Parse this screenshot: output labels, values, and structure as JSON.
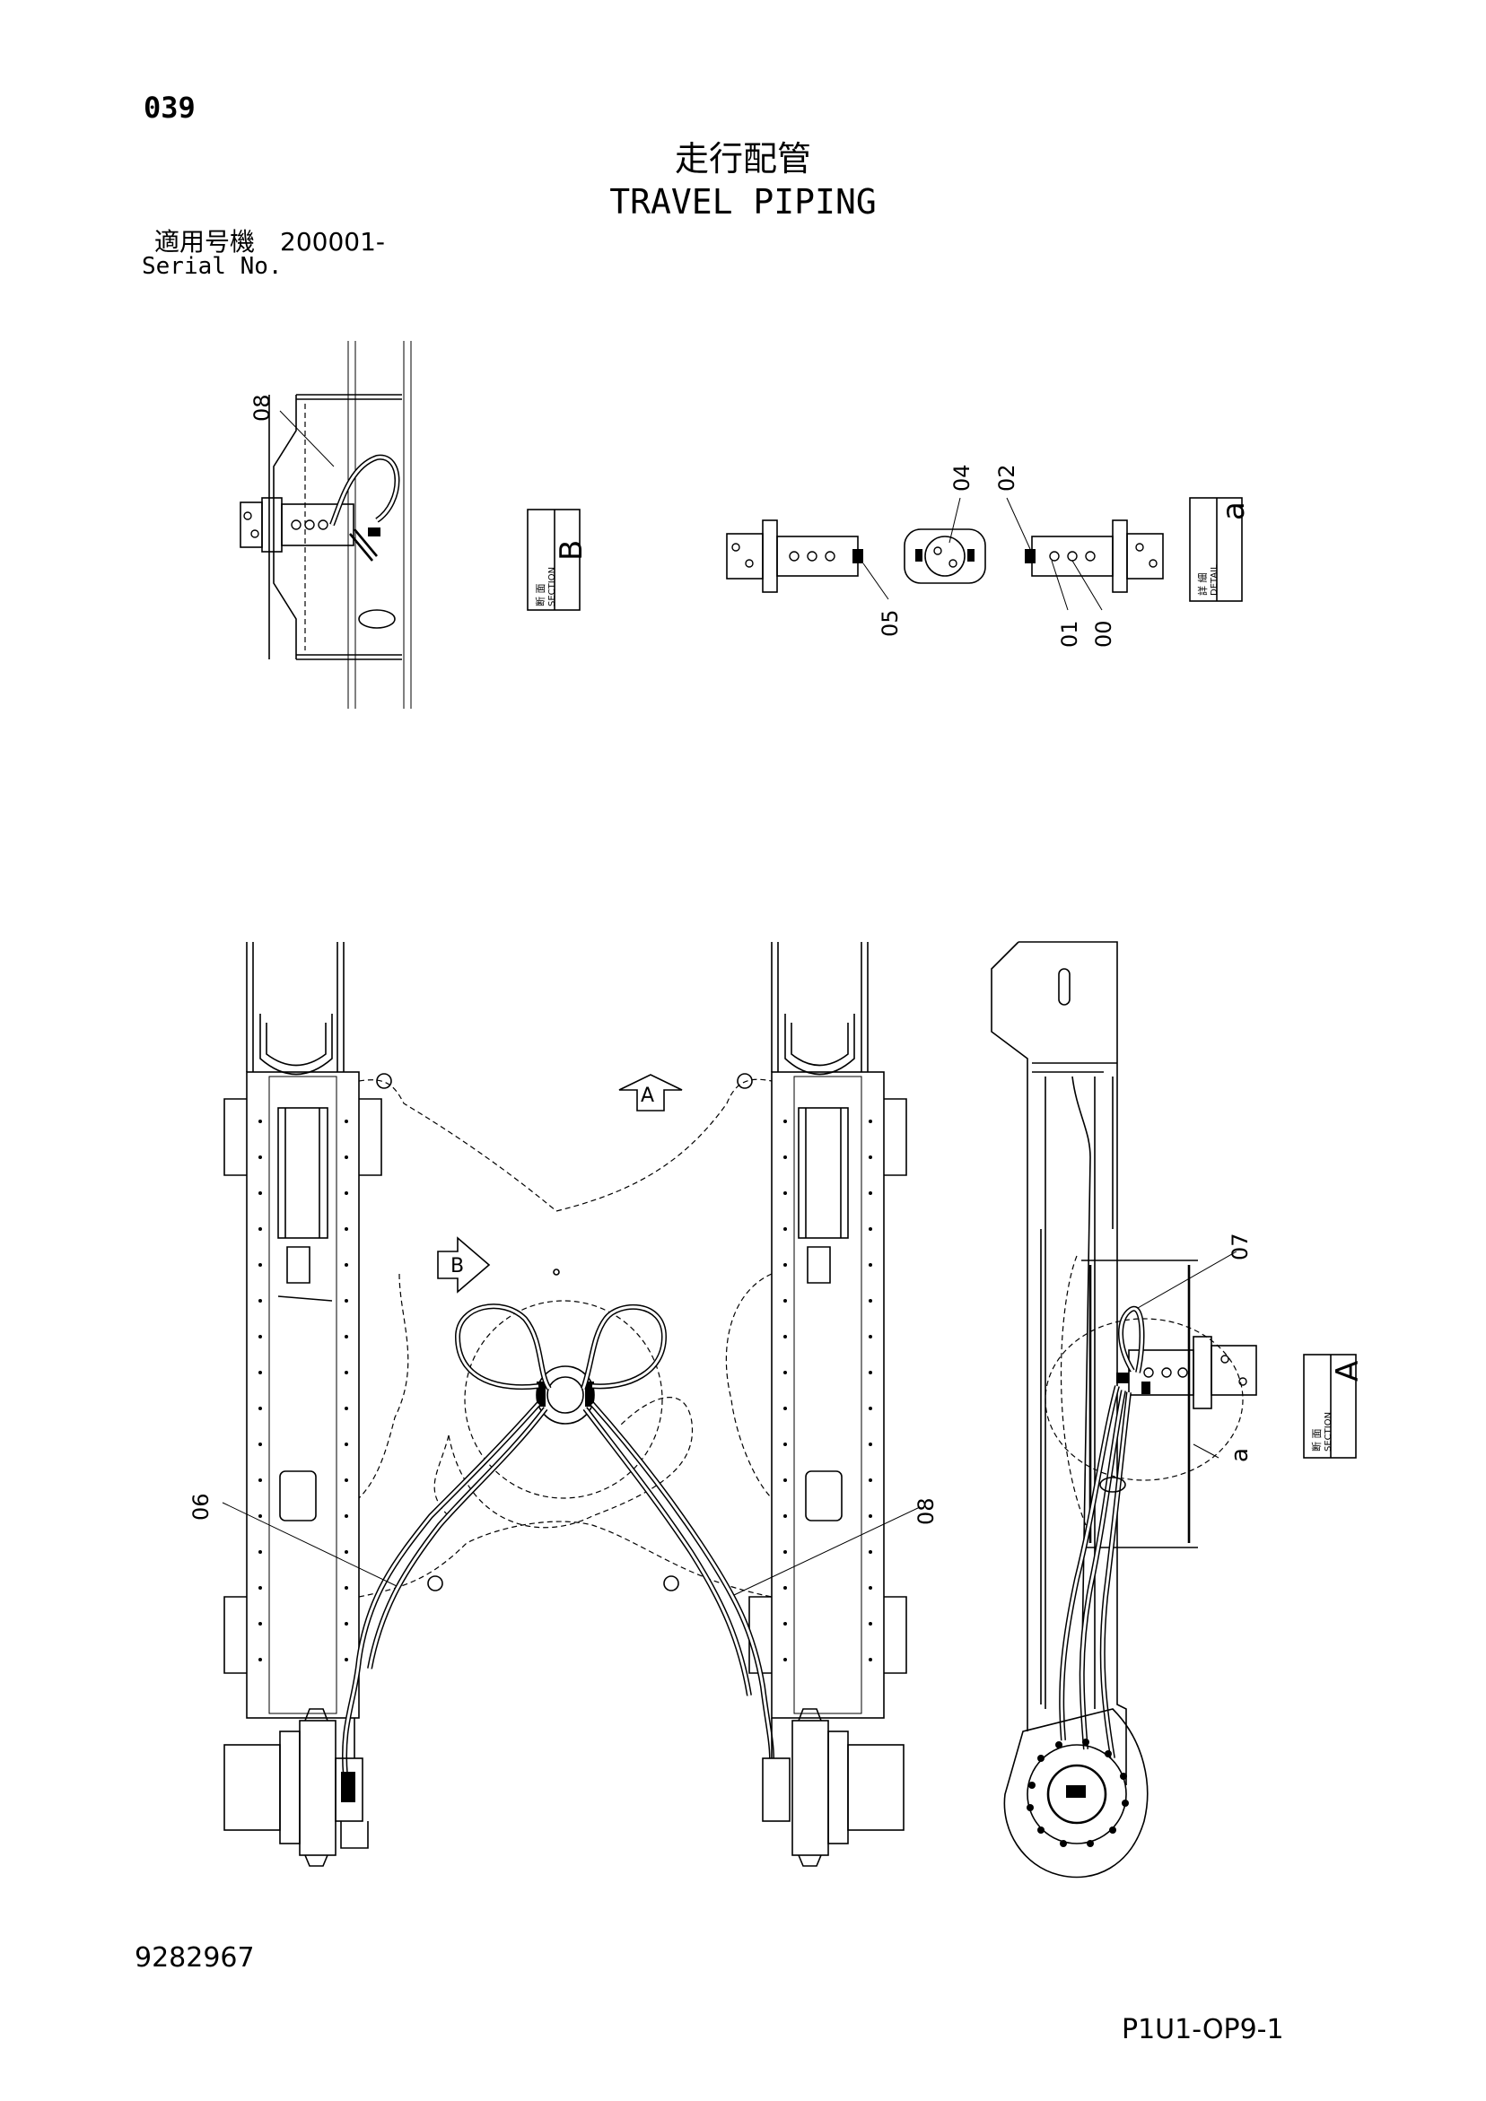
{
  "header": {
    "page_no": "039",
    "title_jp": "走行配管",
    "title_en": "TRAVEL PIPING",
    "serial_jp": "適用号機　200001-",
    "serial_en": "Serial No."
  },
  "footer": {
    "doc_no": "9282967",
    "sheet_id": "P1U1-OP9-1"
  },
  "views": {
    "section_b": {
      "jp": "断 面",
      "en": "SECTION",
      "letter": "B"
    },
    "section_a": {
      "jp": "断 面",
      "en": "SECTION",
      "letter": "A"
    },
    "detail_a": {
      "jp": "詳 細",
      "en": "DETAIL",
      "letter": "a"
    }
  },
  "view_marks": {
    "arrow_a": "A",
    "arrow_b": "B",
    "circle_a": "a"
  },
  "callouts": {
    "c00": "00",
    "c01": "01",
    "c02": "02",
    "c04": "04",
    "c05": "05",
    "c06": "06",
    "c07": "07",
    "c08_top": "08",
    "c08_main": "08"
  }
}
